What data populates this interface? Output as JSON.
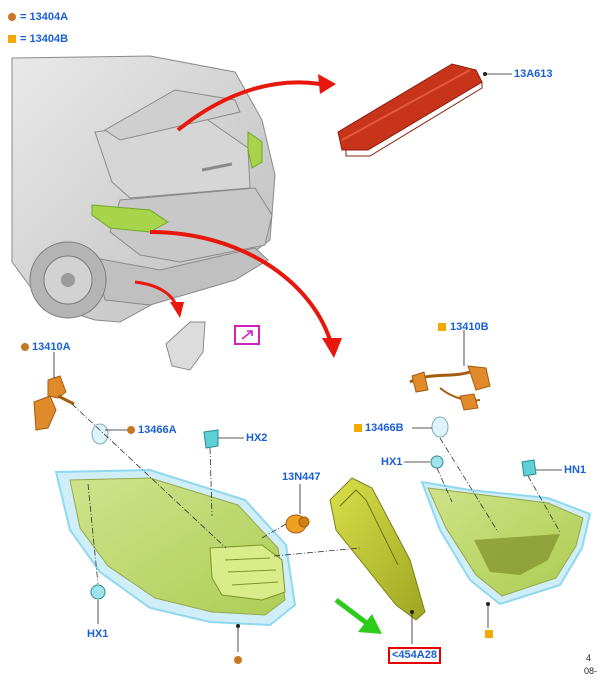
{
  "legend": {
    "circle_code": "= 13404A",
    "square_code": "= 13404B"
  },
  "parts": {
    "high_mount_lamp": "13A613",
    "left_socket": "13410A",
    "left_bulb": "13466A",
    "right_socket": "13410B",
    "right_bulb": "13466B",
    "fastener_hx2": "HX2",
    "fastener_hx1_left": "HX1",
    "fastener_hx1_right": "HX1",
    "fastener_hn1": "HN1",
    "nut": "13N447",
    "gasket": "<454A28"
  },
  "corner_text": {
    "line1": "4",
    "line2": "08-"
  },
  "colors": {
    "label_blue": "#1a5fd6",
    "arrow_red": "#e8170b",
    "arrow_green": "#2ecc1a",
    "circle_marker": "#c87823",
    "square_marker": "#f5a800",
    "highlight_box": "#e60000",
    "link_box": "#d020c0",
    "lamp_green": "#b8d84a",
    "lamp_outline": "#8fd8f0"
  },
  "icons": {
    "link_box": "external-link-icon",
    "arrows": "callout-arrow"
  }
}
